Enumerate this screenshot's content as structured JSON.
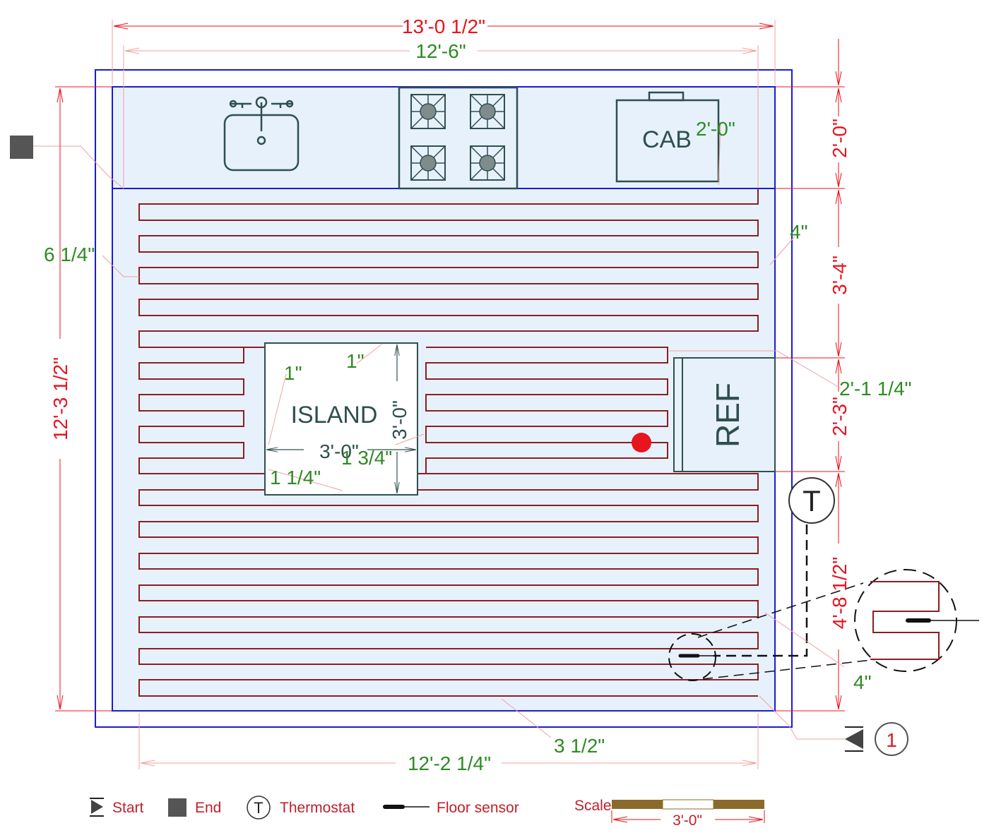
{
  "dimensions": {
    "overall_width": "13'-0 1/2\"",
    "inner_width": "12'-6\"",
    "overall_height": "12'-3 1/2\"",
    "heated_width": "12'-2 1/4\"",
    "right_segments": [
      "2'-0\"",
      "3'-4\"",
      "2'-3\"",
      "4'-8 1/2\""
    ],
    "top_offset": "6 1/4\"",
    "right_offset_top": "4\"",
    "right_offset_bottom": "4\"",
    "bottom_offset": "3 1/2\"",
    "ref_offset": "2'-1 1/4\"",
    "cab_depth": "2'-0\"",
    "island_gap_left": "1\"",
    "island_gap_top": "1\"",
    "island_gap_bottom": "1 1/4\"",
    "island_gap_right": "1 3/4\"",
    "island_width": "3'-0\"",
    "island_height": "3'-0\""
  },
  "fixtures": {
    "island": "ISLAND",
    "ref": "REF",
    "cab": "CAB"
  },
  "symbols": {
    "thermostat_letter": "T",
    "start_number": "1"
  },
  "legend": {
    "start": "Start",
    "end": "End",
    "thermostat": "Thermostat",
    "thermostat_letter": "T",
    "floor_sensor": "Floor sensor",
    "scale_label": "Scale",
    "scale_value": "3'-0\""
  },
  "colors": {
    "outer_wall": "#1a1ad6",
    "room_fill": "#e7f1fb",
    "heating_cable": "#8b1e24",
    "dimension_red": "#e8141e",
    "dimension_green": "#2e8b22",
    "fixture_outline": "#2f4f4f",
    "sensor_dot": "#e8141e"
  }
}
